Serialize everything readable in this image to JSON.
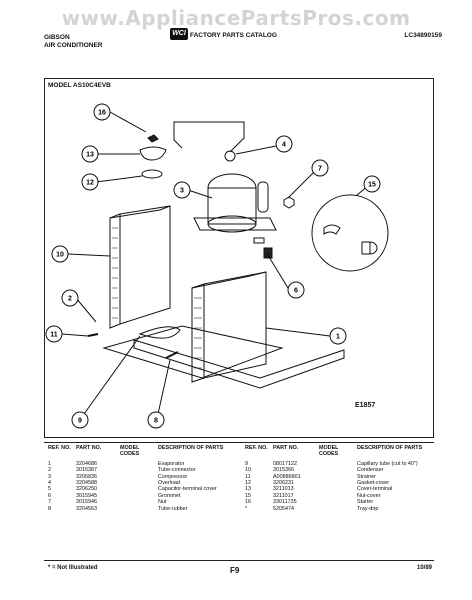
{
  "watermark": "www.AppliancePartsPros.com",
  "header": {
    "brand_line1": "GIBSON",
    "brand_line2": "AIR CONDITIONER",
    "catalog_title": "FACTORY PARTS CATALOG",
    "catalog_code": "LC34890159",
    "logo_text": "WCI"
  },
  "model_label": "MODEL AS10C4EVB",
  "diagram_code": "E1857",
  "callouts": [
    "16",
    "4",
    "13",
    "12",
    "7",
    "3",
    "15",
    "10",
    "6",
    "2",
    "11",
    "1",
    "9",
    "8"
  ],
  "table_headers": {
    "ref": "REF. NO.",
    "part": "PART NO.",
    "model": "MODEL CODES",
    "desc": "DESCRIPTION OF PARTS"
  },
  "parts_left": [
    {
      "ref": "1",
      "part": "3204686",
      "model": "",
      "desc": "Evaporator"
    },
    {
      "ref": "2",
      "part": "3015387",
      "model": "",
      "desc": "Tube-connector"
    },
    {
      "ref": "3",
      "part": "3206836",
      "model": "",
      "desc": "Compressor"
    },
    {
      "ref": "4",
      "part": "3204588",
      "model": "",
      "desc": "Overload"
    },
    {
      "ref": "5",
      "part": "3206250",
      "model": "",
      "desc": "Capacitor-terminal cover"
    },
    {
      "ref": "6",
      "part": "3015945",
      "model": "",
      "desc": "Grommet"
    },
    {
      "ref": "7",
      "part": "3015946",
      "model": "",
      "desc": "Nut"
    },
    {
      "ref": "8",
      "part": "3204563",
      "model": "",
      "desc": "Tube-rubber"
    }
  ],
  "parts_right": [
    {
      "ref": "9",
      "part": "08017122",
      "model": "",
      "desc": "Capillary tube (cut to 40\")"
    },
    {
      "ref": "10",
      "part": "3015366",
      "model": "",
      "desc": "Condenser"
    },
    {
      "ref": "11",
      "part": "A00886801",
      "model": "",
      "desc": "Strainer"
    },
    {
      "ref": "12",
      "part": "3206231",
      "model": "",
      "desc": "Gasket-cover"
    },
    {
      "ref": "13",
      "part": "3211013",
      "model": "",
      "desc": "Cover-terminal"
    },
    {
      "ref": "15",
      "part": "3211017",
      "model": "",
      "desc": "Nut-cover"
    },
    {
      "ref": "16",
      "part": "33011735",
      "model": "",
      "desc": "Starter"
    },
    {
      "ref": "*",
      "part": "5205474",
      "model": "",
      "desc": "Tray-drip"
    }
  ],
  "footnote": "* = Not Illustrated",
  "page_number": "F9",
  "date": "10/89"
}
